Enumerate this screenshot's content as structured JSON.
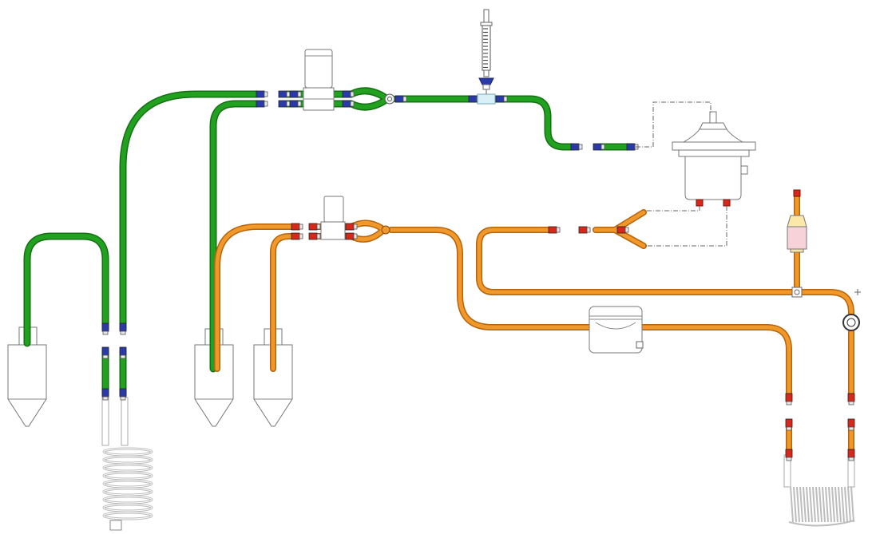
{
  "colors": {
    "green_tube": "#22a020",
    "green_tube_dark": "#137012",
    "orange_tube": "#f0982a",
    "orange_tube_dark": "#b8640c",
    "blue_fitting": "#2a3aa8",
    "red_fitting": "#d8281c",
    "outline": "#777777",
    "coil": "#d9d9d9"
  },
  "components": [
    {
      "name": "reservoir-bottle-1",
      "icon": "conical-bottle-icon"
    },
    {
      "name": "reservoir-bottle-2",
      "icon": "conical-bottle-icon"
    },
    {
      "name": "reservoir-bottle-3",
      "icon": "conical-bottle-icon"
    },
    {
      "name": "heat-exchanger-coil-left",
      "icon": "coil-icon"
    },
    {
      "name": "heat-exchanger-coil-right",
      "icon": "coil-icon"
    },
    {
      "name": "oxygenator",
      "icon": "oxygenator-icon"
    },
    {
      "name": "roller-pump",
      "icon": "peristaltic-pump-icon"
    },
    {
      "name": "syringe",
      "icon": "syringe-icon"
    },
    {
      "name": "bubble-trap",
      "icon": "bubble-trap-icon"
    },
    {
      "name": "gas-line-filter-green",
      "icon": "filter-housing-icon"
    },
    {
      "name": "gas-line-filter-orange",
      "icon": "filter-housing-icon"
    },
    {
      "name": "flow-sensor",
      "icon": "flow-sensor-icon"
    }
  ]
}
